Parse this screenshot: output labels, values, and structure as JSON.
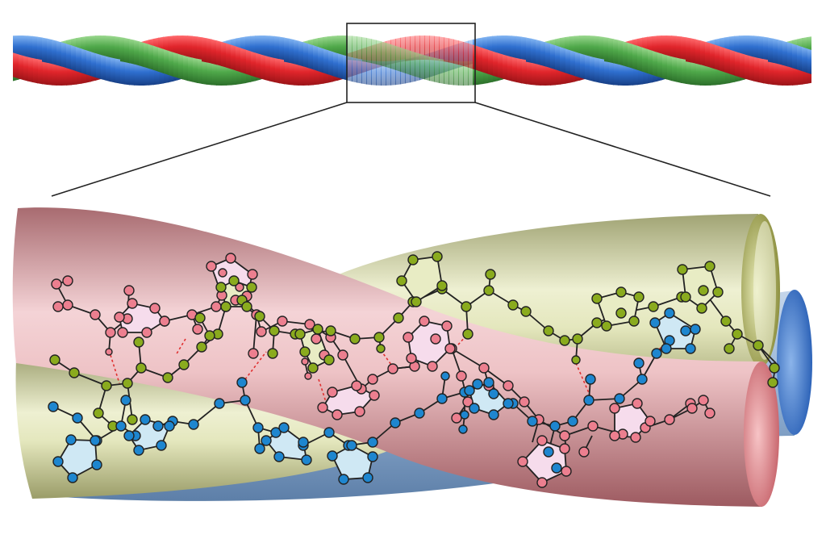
{
  "diagram": {
    "kind": "triple-helix molecular structure with zoomed detail",
    "labels": [],
    "strands": [
      {
        "id": "red",
        "color": "#e0252b",
        "tube_color": "#d98f95",
        "atom_color": "#ec7f8f"
      },
      {
        "id": "green",
        "color": "#4fa84a",
        "tube_color": "#d8dcb0",
        "atom_color": "#8aab1e"
      },
      {
        "id": "blue",
        "color": "#2f6fcf",
        "tube_color": "#8fb0d6",
        "atom_color": "#1e86cf"
      }
    ],
    "colors": {
      "outline": "#222222",
      "hbond": "#e03030",
      "ring_pink": "#f6dcec",
      "ring_blue": "#cfe8f4",
      "ring_green": "#e8ecc4"
    }
  }
}
